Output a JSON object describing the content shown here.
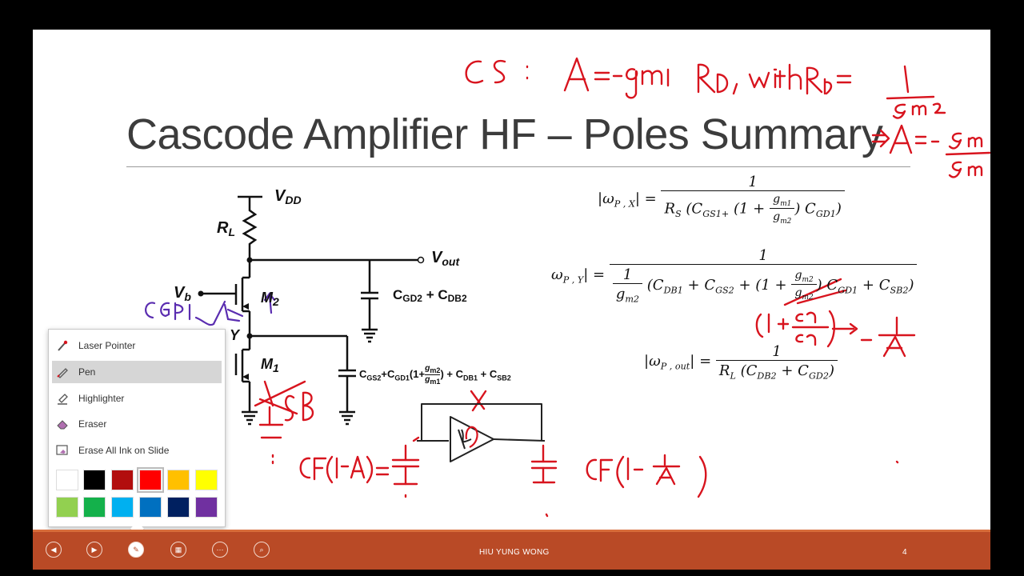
{
  "slide": {
    "title": "Cascode Amplifier HF – Poles Summary",
    "footer_author": "HIU YUNG WONG",
    "page_number": "4"
  },
  "circuit": {
    "vdd": "V",
    "vdd_sub": "DD",
    "rl": "R",
    "rl_sub": "L",
    "vout": "V",
    "vout_sub": "out",
    "vb": "V",
    "vb_sub": "b",
    "m2": "M",
    "m2_sub": "2",
    "m1": "M",
    "m1_sub": "1",
    "node_y": "Y",
    "cap_out_label_a": "C",
    "cap_out_sub_a": "GD2",
    "cap_out_plus": " + C",
    "cap_out_sub_b": "DB2",
    "cap_y_c1": "C",
    "cap_y_s1": "GS2",
    "cap_y_c2": "+C",
    "cap_y_s2": "GD1",
    "cap_y_open": "(1+",
    "cap_y_gnum": "g",
    "cap_y_gnum_sub": "m2",
    "cap_y_gden": "g",
    "cap_y_gden_sub": "m1",
    "cap_y_close": ") + C",
    "cap_y_s3": "DB1",
    "cap_y_plus": " + C",
    "cap_y_s4": "SB2"
  },
  "equations": {
    "one": "1",
    "wpx": "|ω",
    "wpx_sub": "P , X",
    "wpx_eq": "| =",
    "wpx_den_a": "R",
    "wpx_den_a_sub": "S",
    "wpx_den_b": "(C",
    "wpx_den_b_sub": "GS1",
    "wpx_den_plus": "+",
    "wpx_den_c": "(1 +",
    "wpx_g1": "g",
    "wpx_g1_sub": "m1",
    "wpx_g2": "g",
    "wpx_g2_sub": "m2",
    "wpx_den_d": ") C",
    "wpx_den_d_sub": "GD1",
    "wpx_den_e": ")",
    "wpy": "ω",
    "wpy_sub": "P , Y",
    "wpy_eq": "| =",
    "wpy_gm": "g",
    "wpy_gm_sub": "m2",
    "wpy_den_a": "(C",
    "wpy_den_a_sub": "DB1",
    "wpy_den_b": " + C",
    "wpy_den_b_sub": "GS2",
    "wpy_den_c": " + (1 +",
    "wpy_g1": "g",
    "wpy_g1_sub": "m2",
    "wpy_g2": "g",
    "wpy_g2_sub": "m2",
    "wpy_den_d": ") C",
    "wpy_den_d_sub": "GD1",
    "wpy_den_e": " + C",
    "wpy_den_e_sub": "SB2",
    "wpy_den_f": ")",
    "wpo": "|ω",
    "wpo_sub": "P , out",
    "wpo_eq": "| =",
    "wpo_den_a": "R",
    "wpo_den_a_sub": "L",
    "wpo_den_b": " (C",
    "wpo_den_b_sub": "DB2",
    "wpo_den_c": " + C",
    "wpo_den_c_sub": "GD2",
    "wpo_den_d": ")"
  },
  "ink_menu": {
    "items": [
      {
        "label": "Laser Pointer",
        "icon": "laser-pointer-icon"
      },
      {
        "label": "Pen",
        "icon": "pen-icon",
        "selected": true
      },
      {
        "label": "Highlighter",
        "icon": "highlighter-icon"
      },
      {
        "label": "Eraser",
        "icon": "eraser-icon"
      },
      {
        "label": "Erase All Ink on Slide",
        "icon": "erase-all-icon"
      }
    ],
    "colors": [
      "#ffffff",
      "#000000",
      "#b20e0e",
      "#ff0000",
      "#ffc000",
      "#ffff00",
      "#92d050",
      "#14b14b",
      "#00b0f0",
      "#0070c0",
      "#002060",
      "#7030a0"
    ],
    "selected_color": "#ff0000"
  },
  "toolbar": {
    "buttons": [
      "previous-icon",
      "next-icon",
      "pen-tool-icon",
      "slide-thumbnails-icon",
      "more-options-icon",
      "zoom-icon"
    ]
  },
  "ink_color": "#d8141e",
  "ink_purple": "#5a2db0"
}
